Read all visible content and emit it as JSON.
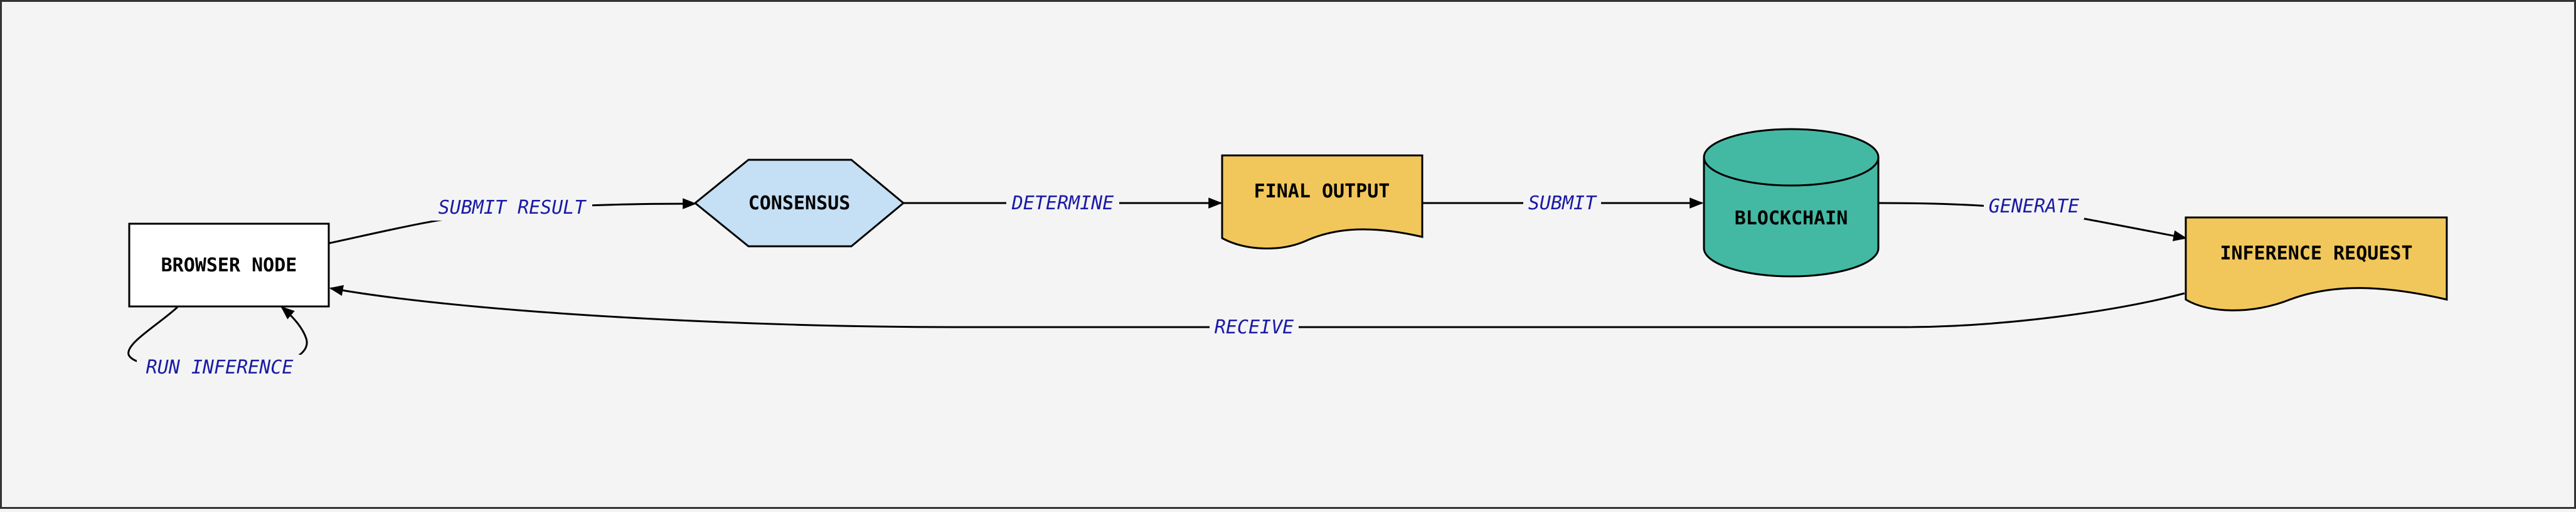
{
  "colors": {
    "background": "#f4f4f4",
    "frame": "#333333",
    "stroke": "#000000",
    "browser_node_fill": "#ffffff",
    "consensus_fill": "#c5dff4",
    "document_fill": "#f1c75b",
    "blockchain_fill": "#43b9a3",
    "edge_label_text": "#1a1aa6"
  },
  "nodes": {
    "browser_node": "BROWSER NODE",
    "consensus": "CONSENSUS",
    "final_output": "FINAL OUTPUT",
    "blockchain": "BLOCKCHAIN",
    "inference_request": "INFERENCE REQUEST"
  },
  "edges": {
    "submit_result": "SUBMIT RESULT",
    "determine": "DETERMINE",
    "submit": "SUBMIT",
    "generate": "GENERATE",
    "receive": "RECEIVE",
    "run_inference": "RUN INFERENCE"
  }
}
